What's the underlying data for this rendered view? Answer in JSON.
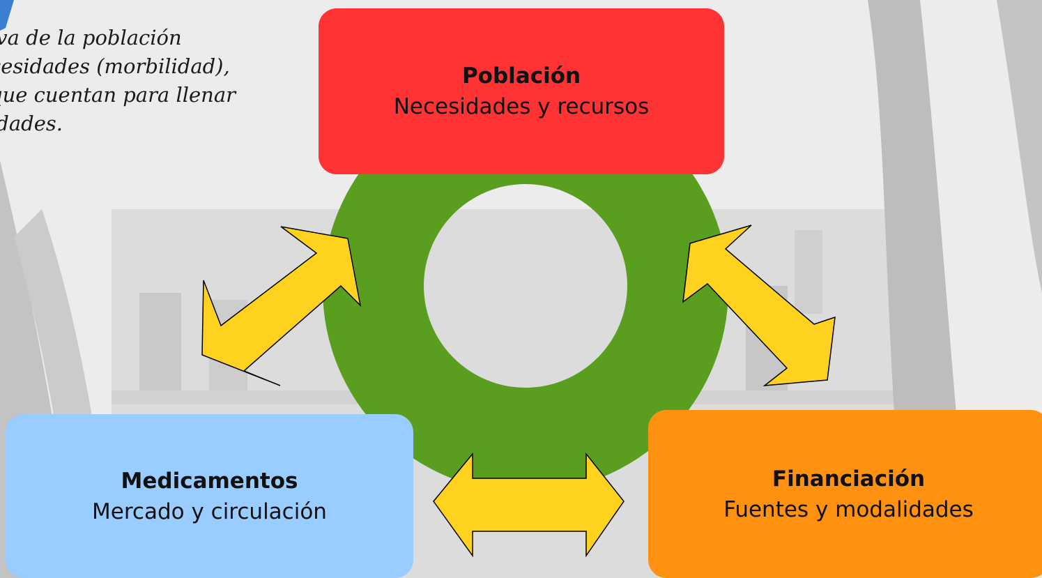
{
  "intro_text": [
    "iva de la población",
    "cesidades (morbilidad),",
    "que cuentan para llenar",
    "idades."
  ],
  "boxes": {
    "poblacion": {
      "title": "Población",
      "subtitle": "Necesidades y recursos",
      "color": "#ff3333"
    },
    "medicamentos": {
      "title": "Medicamentos",
      "subtitle": "Mercado y circulación",
      "color": "#99ccff"
    },
    "financiacion": {
      "title": "Financiación",
      "subtitle": "Fuentes y modalidades",
      "color": "#fe9210"
    }
  },
  "colors": {
    "ring": "#5a9e1f",
    "arrow_fill": "#ffd21f",
    "arrow_stroke": "#000000"
  }
}
